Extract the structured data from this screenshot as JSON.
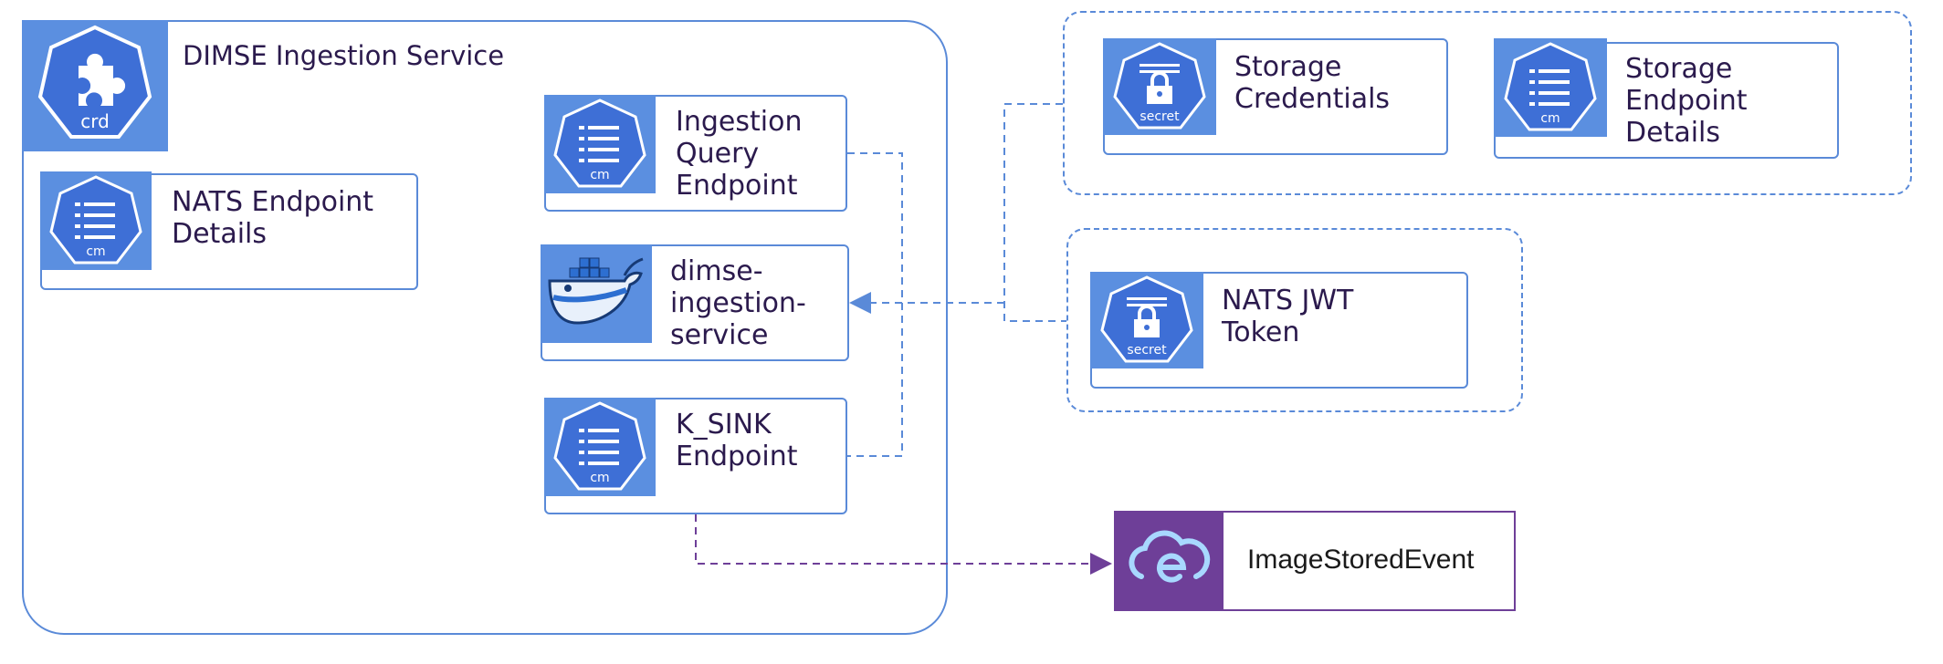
{
  "service": {
    "title": "DIMSE Ingestion Service",
    "crd_badge": "crd",
    "icon": "kubernetes-crd-puzzle-icon"
  },
  "nodes": {
    "nats_endpoint": {
      "label": "NATS Endpoint\nDetails",
      "badge": "cm",
      "icon": "configmap-icon"
    },
    "ingestion_query": {
      "label": "Ingestion\nQuery\nEndpoint",
      "badge": "cm",
      "icon": "configmap-icon"
    },
    "dimse_container": {
      "label": "dimse-\ningestion-\nservice",
      "icon": "docker-whale-icon"
    },
    "k_sink": {
      "label": "K_SINK\nEndpoint",
      "badge": "cm",
      "icon": "configmap-icon"
    },
    "storage_credentials": {
      "label": "Storage\nCredentials",
      "badge": "secret",
      "icon": "secret-lock-icon"
    },
    "storage_endpoint": {
      "label": "Storage\nEndpoint\nDetails",
      "badge": "cm",
      "icon": "configmap-icon"
    },
    "nats_jwt": {
      "label": "NATS JWT\nToken",
      "badge": "secret",
      "icon": "secret-lock-icon"
    },
    "event": {
      "label": "ImageStoredEvent",
      "icon": "cloud-event-icon"
    }
  },
  "colors": {
    "k8s_blue": "#5b8fe0",
    "border_blue": "#5a8ad8",
    "event_purple": "#6e3f98",
    "text": "#2b1a4d"
  }
}
